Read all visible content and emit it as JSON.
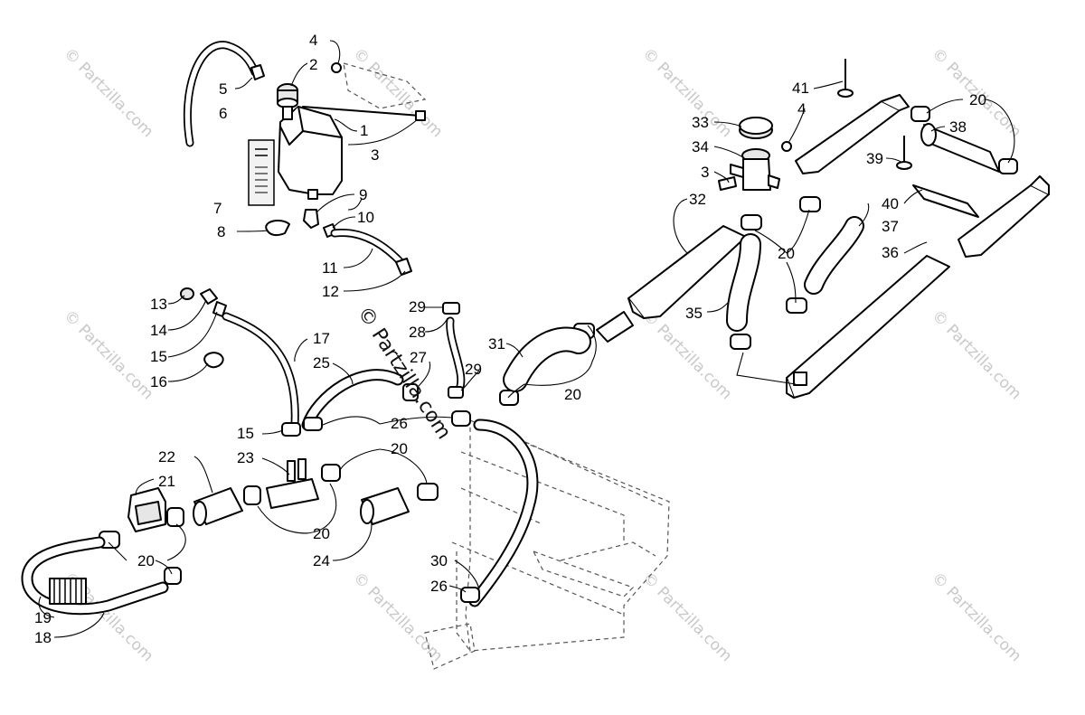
{
  "watermark": {
    "text": "© Partzilla.com"
  },
  "callouts": [
    "1",
    "2",
    "3",
    "4",
    "5",
    "6",
    "7",
    "8",
    "9",
    "10",
    "11",
    "12",
    "13",
    "14",
    "15",
    "16",
    "17",
    "18",
    "19",
    "20",
    "21",
    "22",
    "23",
    "24",
    "25",
    "26",
    "27",
    "28",
    "29",
    "30",
    "31",
    "32",
    "33",
    "34",
    "35",
    "36",
    "37",
    "38",
    "39",
    "40",
    "41"
  ]
}
